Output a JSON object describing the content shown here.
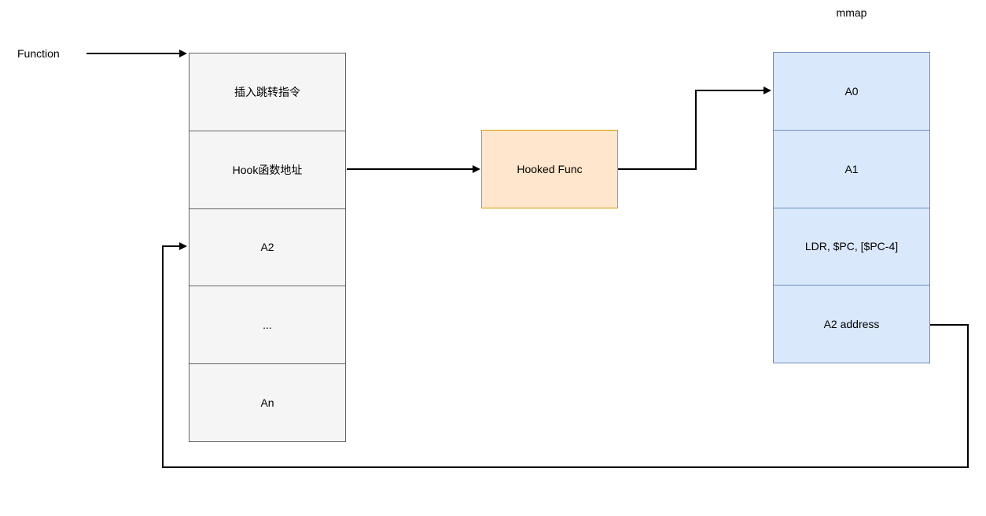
{
  "labels": {
    "function": "Function",
    "mmap": "mmap"
  },
  "function_block": {
    "rows": [
      "插入跳转指令",
      "Hook函数地址",
      "A2",
      "...",
      "An"
    ]
  },
  "hooked_func": {
    "label": "Hooked Func"
  },
  "mmap_block": {
    "rows": [
      "A0",
      "A1",
      "LDR, $PC, [$PC-4]",
      "A2 address"
    ]
  },
  "colors": {
    "gray_fill": "#f5f5f5",
    "gray_border": "#666666",
    "blue_fill": "#dae8fc",
    "blue_border": "#6c8ebf",
    "orange_fill": "#ffe6cc",
    "orange_border": "#d79b00",
    "line": "#000000",
    "text": "#000000",
    "background": "#ffffff"
  }
}
